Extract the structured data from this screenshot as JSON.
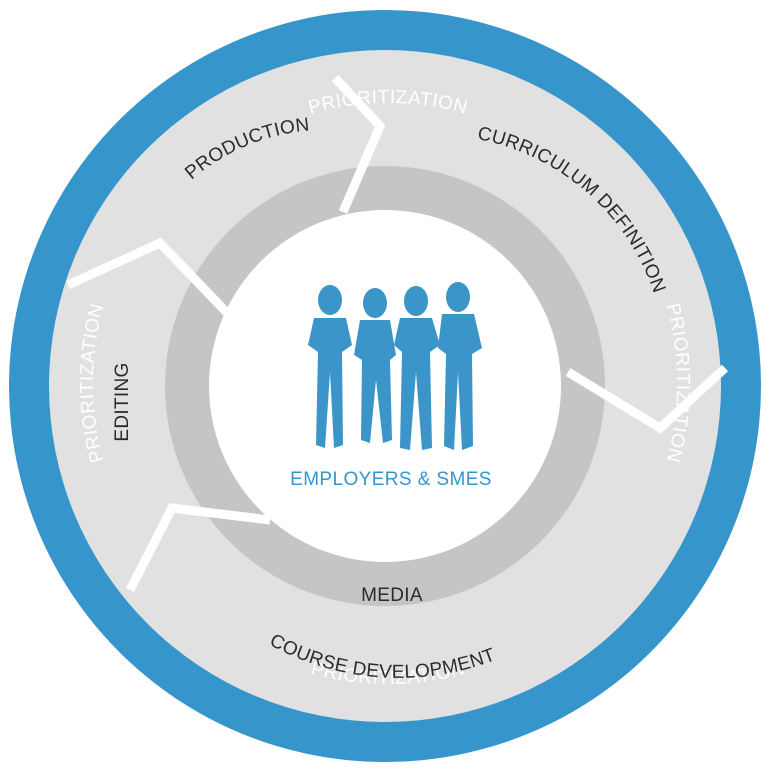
{
  "diagram": {
    "outer_ring": {
      "top": "PRIORITIZATION",
      "bottom": "PRIORITIZATION",
      "left": "PRIORITIZATION",
      "right": "PRIORITIZATION"
    },
    "stages": {
      "production": "PRODUCTION",
      "curriculum": "CURRICULUM DEFINITION",
      "editing": "EDITING",
      "course_development": "COURSE DEVELOPMENT",
      "media": "MEDIA"
    },
    "center": {
      "label": "EMPLOYERS & SMES",
      "icon": "people-group-icon"
    }
  },
  "colors": {
    "ring_blue": "#3696cb",
    "segment_gray": "#e1e1e1",
    "inner_ring_gray": "#c5c5c5",
    "divider_white": "#ffffff",
    "figure_blue": "#3c95c8"
  }
}
